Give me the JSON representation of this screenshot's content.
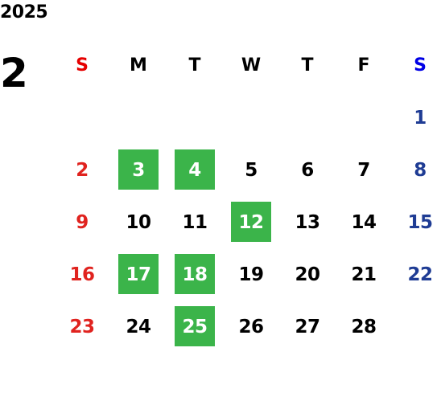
{
  "year": "2025",
  "month": "2",
  "weekdays": [
    "S",
    "M",
    "T",
    "W",
    "T",
    "F",
    "S"
  ],
  "days": [
    {
      "num": "1",
      "col": 7,
      "row": 1,
      "highlight": false
    },
    {
      "num": "2",
      "col": 1,
      "row": 2,
      "highlight": false
    },
    {
      "num": "3",
      "col": 2,
      "row": 2,
      "highlight": true
    },
    {
      "num": "4",
      "col": 3,
      "row": 2,
      "highlight": true
    },
    {
      "num": "5",
      "col": 4,
      "row": 2,
      "highlight": false
    },
    {
      "num": "6",
      "col": 5,
      "row": 2,
      "highlight": false
    },
    {
      "num": "7",
      "col": 6,
      "row": 2,
      "highlight": false
    },
    {
      "num": "8",
      "col": 7,
      "row": 2,
      "highlight": false
    },
    {
      "num": "9",
      "col": 1,
      "row": 3,
      "highlight": false
    },
    {
      "num": "10",
      "col": 2,
      "row": 3,
      "highlight": false
    },
    {
      "num": "11",
      "col": 3,
      "row": 3,
      "highlight": false
    },
    {
      "num": "12",
      "col": 4,
      "row": 3,
      "highlight": true
    },
    {
      "num": "13",
      "col": 5,
      "row": 3,
      "highlight": false
    },
    {
      "num": "14",
      "col": 6,
      "row": 3,
      "highlight": false
    },
    {
      "num": "15",
      "col": 7,
      "row": 3,
      "highlight": false
    },
    {
      "num": "16",
      "col": 1,
      "row": 4,
      "highlight": false
    },
    {
      "num": "17",
      "col": 2,
      "row": 4,
      "highlight": true
    },
    {
      "num": "18",
      "col": 3,
      "row": 4,
      "highlight": true
    },
    {
      "num": "19",
      "col": 4,
      "row": 4,
      "highlight": false
    },
    {
      "num": "20",
      "col": 5,
      "row": 4,
      "highlight": false
    },
    {
      "num": "21",
      "col": 6,
      "row": 4,
      "highlight": false
    },
    {
      "num": "22",
      "col": 7,
      "row": 4,
      "highlight": false
    },
    {
      "num": "23",
      "col": 1,
      "row": 5,
      "highlight": false
    },
    {
      "num": "24",
      "col": 2,
      "row": 5,
      "highlight": false
    },
    {
      "num": "25",
      "col": 3,
      "row": 5,
      "highlight": true
    },
    {
      "num": "26",
      "col": 4,
      "row": 5,
      "highlight": false
    },
    {
      "num": "27",
      "col": 5,
      "row": 5,
      "highlight": false
    },
    {
      "num": "28",
      "col": 6,
      "row": 5,
      "highlight": false
    }
  ],
  "colors": {
    "highlight": "#3bb44a",
    "sunday": "#e0231f",
    "saturday": "#1f3c94"
  }
}
